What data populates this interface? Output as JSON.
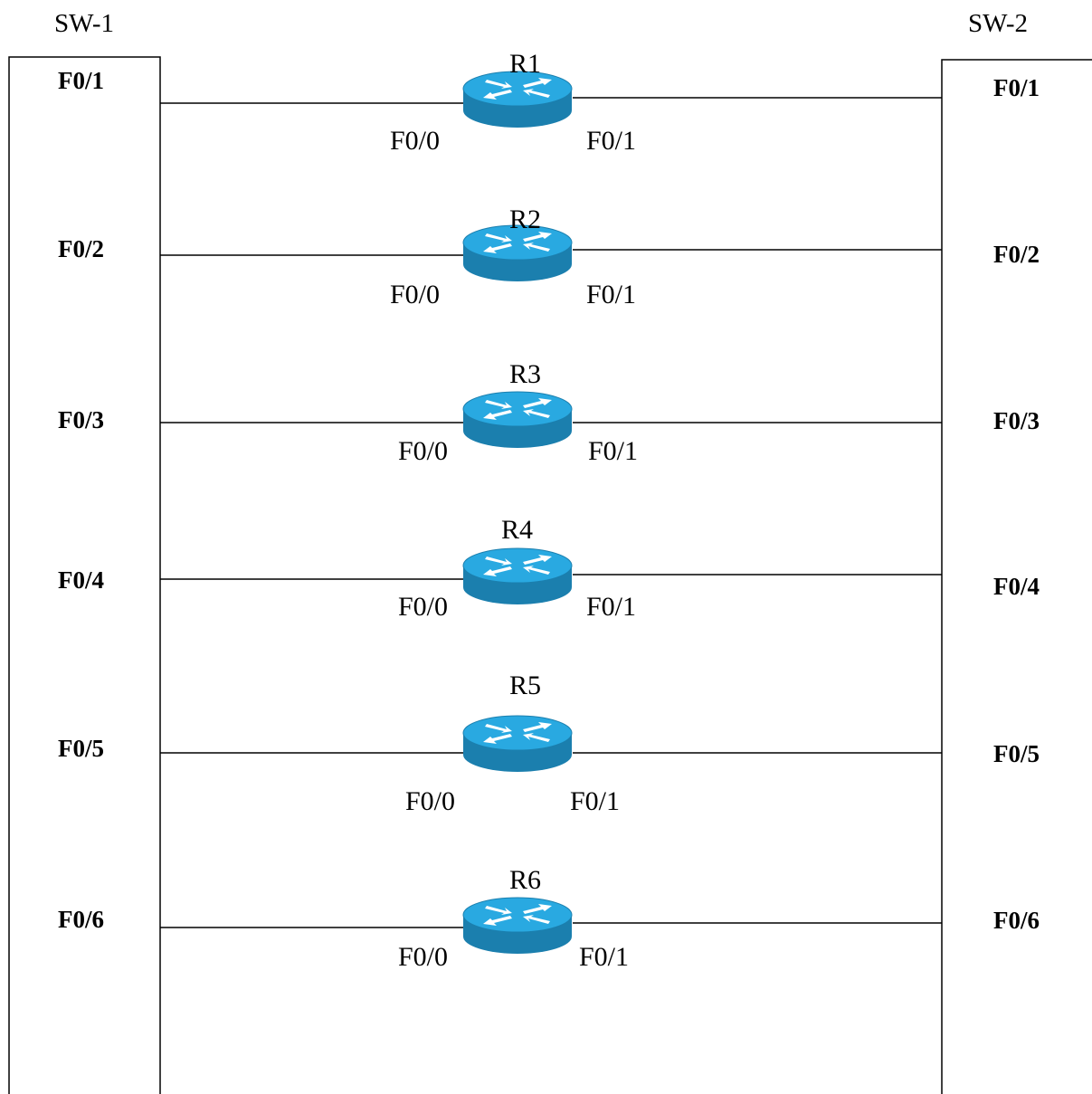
{
  "switches": {
    "left": {
      "name": "SW-1",
      "ports": [
        "F0/1",
        "F0/2",
        "F0/3",
        "F0/4",
        "F0/5",
        "F0/6"
      ]
    },
    "right": {
      "name": "SW-2",
      "ports": [
        "F0/1",
        "F0/2",
        "F0/3",
        "F0/4",
        "F0/5",
        "F0/6"
      ]
    }
  },
  "routers": [
    {
      "name": "R1",
      "left_iface": "F0/0",
      "right_iface": "F0/1"
    },
    {
      "name": "R2",
      "left_iface": "F0/0",
      "right_iface": "F0/1"
    },
    {
      "name": "R3",
      "left_iface": "F0/0",
      "right_iface": "F0/1"
    },
    {
      "name": "R4",
      "left_iface": "F0/0",
      "right_iface": "F0/1"
    },
    {
      "name": "R5",
      "left_iface": "F0/0",
      "right_iface": "F0/1"
    },
    {
      "name": "R6",
      "left_iface": "F0/0",
      "right_iface": "F0/1"
    }
  ],
  "colors": {
    "router_top": "#29a9e1",
    "router_body": "#1b7fae",
    "router_arrow": "#ffffff",
    "line": "#000000"
  },
  "icons": {
    "router": "router-icon"
  }
}
